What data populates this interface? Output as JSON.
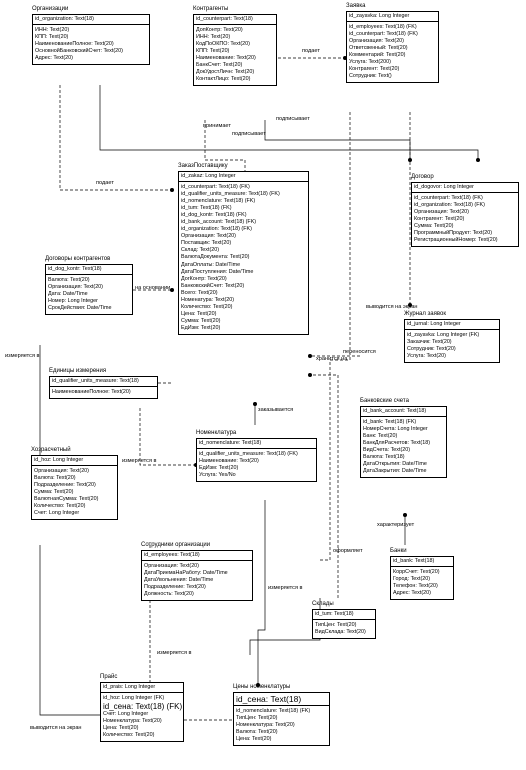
{
  "entities": [
    {
      "id": "org",
      "title": "Организации",
      "key": "id_organization: Text(18)",
      "attrs": [
        "ИНН: Text(20)",
        "КПП: Text(20)",
        "НаименованиеПолное: Text(20)",
        "ОсновнойБанковскийСчет: Text(20)",
        "Адрес: Text(20)"
      ]
    },
    {
      "id": "kontragenty",
      "title": "Контрагенты",
      "key": "id_counterpart: Text(18)",
      "attrs": [
        "ДопКонтр: Text(20)",
        "ИНН: Text(20)",
        "КодПоОКПО: Text(20)",
        "КПП: Text(20)",
        "Наименование: Text(20)",
        "БанкСчет: Text(20)",
        "ДокУдостЛичн: Text(20)",
        "КонтактЛицо: Text(20)"
      ]
    },
    {
      "id": "zayavka",
      "title": "Заявка",
      "key": "id_zayavka: Long Integer",
      "attrs": [
        "id_employees: Text(18) (FK)",
        "id_counterpart: Text(18) (FK)",
        "Организация: Text(20)",
        "Ответсвенный: Text(20)",
        "Комментарий: Text(20)",
        "Услуга: Text(200)",
        "Контрагент: Text(20)",
        "Сотрудник: Text()"
      ]
    },
    {
      "id": "zakaz",
      "title": "ЗаказПоставщику",
      "key": "id_zakaz: Long Integer",
      "attrs": [
        "id_counterpart: Text(18) (FK)",
        "id_qualifier_units_measure: Text(18) (FK)",
        "id_nomenclature: Text(18) (FK)",
        "id_tum: Text(18) (FK)",
        "id_dog_kontr: Text(18) (FK)",
        "id_bank_account: Text(18) (FK)",
        "id_organization: Text(18) (FK)",
        "Организация: Text(20)",
        "Поставщик: Text(20)",
        "Склад: Text(20)",
        "ВалютаДокумента: Text(20)",
        "ДатаОплаты: Date/Time",
        "ДатаПоступления: Date/Time",
        "ДогКонтр: Text(20)",
        "БанковскийСчет: Text(20)",
        "Всего: Text(20)",
        "Номенатура: Text(20)",
        "Количество: Text(20)",
        "Цена: Text(20)",
        "Сумма: Text(20)",
        "ЕдИзм: Text(20)"
      ]
    },
    {
      "id": "dogovor",
      "title": "Договор",
      "key": "id_dogovor: Long Integer",
      "attrs": [
        "id_counterpart: Text(18) (FK)",
        "id_organization: Text(18) (FK)",
        "Организация: Text(20)",
        "Контрагент: Text(20)",
        "Сумма: Text(20)",
        "ПрограммныйПродукт: Text(20)",
        "РегистрационныйНомер: Text(20)"
      ]
    },
    {
      "id": "dogkontr",
      "title": "Договоры контрагентов",
      "key": "id_dog_kontr: Text(18)",
      "attrs": [
        "Валюта: Text(20)",
        "Организация: Text(20)",
        "Дата: Date/Time",
        "Номер: Long Integer",
        "СрокДействия: Date/Time"
      ]
    },
    {
      "id": "zhurnal",
      "title": "Журнал заявок",
      "key": "id_jurnal: Long Integer",
      "attrs": [
        "id_zayavka: Long Integer (FK)",
        "Заказчик: Text(20)",
        "Сотрудник: Text(20)",
        "Услуга: Text(20)"
      ]
    },
    {
      "id": "edinicy",
      "title": "Единицы измерения",
      "key": "id_qualifier_units_measure: Text(18)",
      "attrs": [
        "НаименованиеПолное: Text(20)"
      ]
    },
    {
      "id": "bankscheta",
      "title": "Банковские счета",
      "key": "id_bank_account: Text(18)",
      "attrs": [
        "id_bank: Text(18) (FK)",
        "НомерСчета: Long Integer",
        "Банк: Text(20)",
        "БанкДляРасчетов: Text(18)",
        "ВидСчета: Text(20)",
        "Валюта: Text(18)",
        "ДатаОткрытия: Date/Time",
        "ДатаЗакрытия: Date/Time"
      ]
    },
    {
      "id": "nomenklatura",
      "title": "Номенклатура",
      "key": "id_nomenclature: Text(18)",
      "attrs": [
        "id_qualifier_units_measure: Text(18) (FK)",
        "Наименование: Text(20)",
        "ЕдИзм: Text(20)",
        "Услуга: Yes/No"
      ]
    },
    {
      "id": "hozrasch",
      "title": "Хозрасчетный",
      "key": "id_hoz: Long Integer",
      "attrs": [
        "Организация: Text(20)",
        "Валюта: Text(20)",
        "Подразделение: Text(20)",
        "Сумма: Text(20)",
        "ВалютнаяСумма: Text(20)",
        "Количество: Text(20)",
        "Счет: Long Integer"
      ]
    },
    {
      "id": "sotrudniki",
      "title": "Сотрудники организации",
      "key": "id_employees: Text(18)",
      "attrs": [
        "Организация: Text(20)",
        "ДатаПриемаНаРаботу: Date/Time",
        "ДатаУвольнения: Date/Time",
        "Подразделение: Text(20)",
        "Должность: Text(20)"
      ]
    },
    {
      "id": "banki",
      "title": "Банки",
      "key": "id_bank: Text(18)",
      "attrs": [
        "КоррСчет: Text(20)",
        "Город: Text(20)",
        "Телефон: Text(20)",
        "Адрес: Text(20)"
      ]
    },
    {
      "id": "sklady",
      "title": "Склады",
      "key": "id_tum: Text(18)",
      "attrs": [
        "ТипЦен: Text(20)",
        "ВидСклада: Text(20)"
      ]
    },
    {
      "id": "prais",
      "title": "Прайс",
      "key": "id_prais: Long Integer",
      "attrs": [
        "id_hoz: Long Integer (FK)",
        "id_сена: Text(18) (FK)",
        "Счет: Long Integer",
        "Номенклатура: Text(20)",
        "Цена: Text(20)",
        "Количество: Text(20)"
      ]
    },
    {
      "id": "ceny",
      "title": "Цены номенклатуры",
      "key": "id_сена: Text(18)",
      "attrs": [
        "id_nomenclature: Text(18) (FK)",
        "ТипЦен: Text(20)",
        "Номенклатура: Text(20)",
        "Валюта: Text(20)",
        "Цена: Text(20)"
      ]
    }
  ],
  "relations": [
    {
      "id": "podaet1",
      "label": "подает"
    },
    {
      "id": "podaet2",
      "label": "подает"
    },
    {
      "id": "prinimaet",
      "label": "принимает"
    },
    {
      "id": "podpisyvaet1",
      "label": "подписывает"
    },
    {
      "id": "podpisyvaet2",
      "label": "подписывает"
    },
    {
      "id": "vyvoditsya1",
      "label": "выводится на экран"
    },
    {
      "id": "na_osnovanii",
      "label": "на основании"
    },
    {
      "id": "perenositsya",
      "label": "переносится"
    },
    {
      "id": "izmeryaetsya1",
      "label": "измеряется в"
    },
    {
      "id": "hranitsya",
      "label": "хранится на"
    },
    {
      "id": "zakazyvaetsya",
      "label": "заказывается"
    },
    {
      "id": "izmeryaetsya2",
      "label": "измеряется в"
    },
    {
      "id": "harakterizuet",
      "label": "характеризует"
    },
    {
      "id": "oformlyaet",
      "label": "оформляет"
    },
    {
      "id": "izmeryaetsya3",
      "label": "измеряется в"
    },
    {
      "id": "izmeryaetsya4",
      "label": "измеряется в"
    },
    {
      "id": "vyvoditsya2",
      "label": "выводится на экран"
    }
  ]
}
